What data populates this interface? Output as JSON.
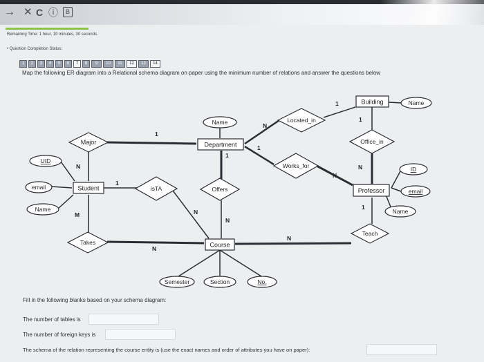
{
  "browser": {
    "back_glyph": "→",
    "close_glyph": "✕",
    "reload_glyph": "C",
    "info_glyph": "ⓘ",
    "bookmark_glyph": "B"
  },
  "header": {
    "remaining_label": "Remaining Time: 1 hour, 19 minutes, 30 seconds.",
    "completion_label": "• Question Completion Status:"
  },
  "question_numbers": [
    "1",
    "2",
    "3",
    "4",
    "5",
    "6",
    "7",
    "8",
    "9",
    "10",
    "11",
    "12",
    "13",
    "14"
  ],
  "instruction": "Map the following ER diagram into a Relational schema diagram on paper using the minimum number of relations and answer the questions below",
  "diagram": {
    "entities": {
      "department": "Department",
      "student": "Student",
      "professor": "Professor",
      "course": "Course"
    },
    "relationships": {
      "major": "Major",
      "located_in": "Located_in",
      "works_for": "Works_for",
      "office_in": "Office_in",
      "is_ta": "isTA",
      "offers": "Offers",
      "teach": "Teach",
      "takes": "Takes"
    },
    "attributes": {
      "building": "Building",
      "building_name": "Name",
      "dept_name": "Name",
      "uid": "UID",
      "student_email": "email",
      "student_name": "Name",
      "prof_id": "ID",
      "prof_email": "email",
      "prof_name": "Name",
      "semester": "Semester",
      "section": "Section",
      "no": "No."
    },
    "cardinalities": {
      "building_located": "1",
      "building_office": "1",
      "located_in_dept": "N",
      "major_dept": "1",
      "dept_works_for": "1",
      "dept_offers": "1",
      "major_student": "N",
      "works_for_prof": "N",
      "office_in_prof": "N",
      "student_ista": "1",
      "ista_course": "N",
      "offers_course": "N",
      "prof_teach": "1",
      "teach_course": "N",
      "student_takes": "M",
      "takes_course": "N"
    },
    "colors": {
      "line": "#2a2d33",
      "shape_fill": "#ffffff",
      "text": "#1f2226"
    }
  },
  "questions": {
    "fill_prompt": "Fill in the following blanks based on your schema diagram:",
    "q1": "The number of tables is",
    "q2": "The number of foreign keys is",
    "q3": "The schema of the relation representing the course entity is (use the exact names and order of attributes you have on paper):"
  }
}
